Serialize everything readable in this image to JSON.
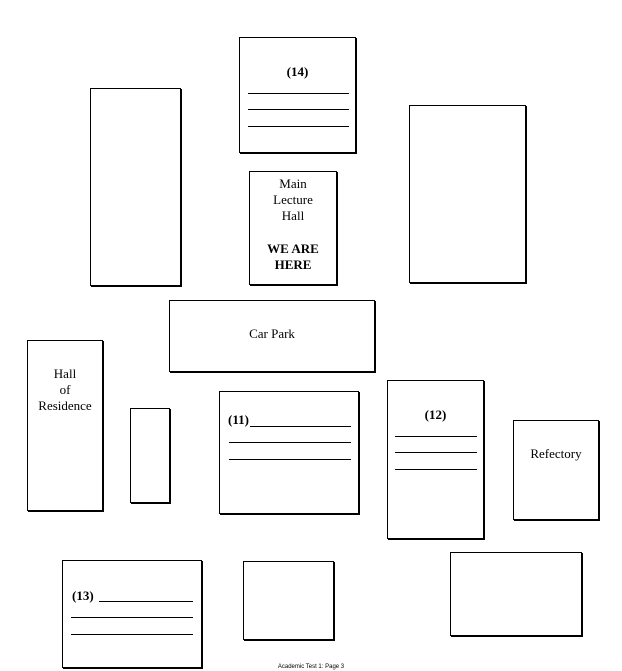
{
  "buildings": {
    "q14_number": "(14)",
    "main_lecture_hall": "Main\nLecture\nHall",
    "we_are_here": "WE ARE\nHERE",
    "car_park": "Car Park",
    "hall_of_residence": "Hall\nof\nResidence",
    "q11_number": "(11)",
    "q12_number": "(12)",
    "refectory": "Refectory",
    "q13_number": "(13)"
  },
  "footer": {
    "page_label": "Academic Test 1: Page 3"
  }
}
